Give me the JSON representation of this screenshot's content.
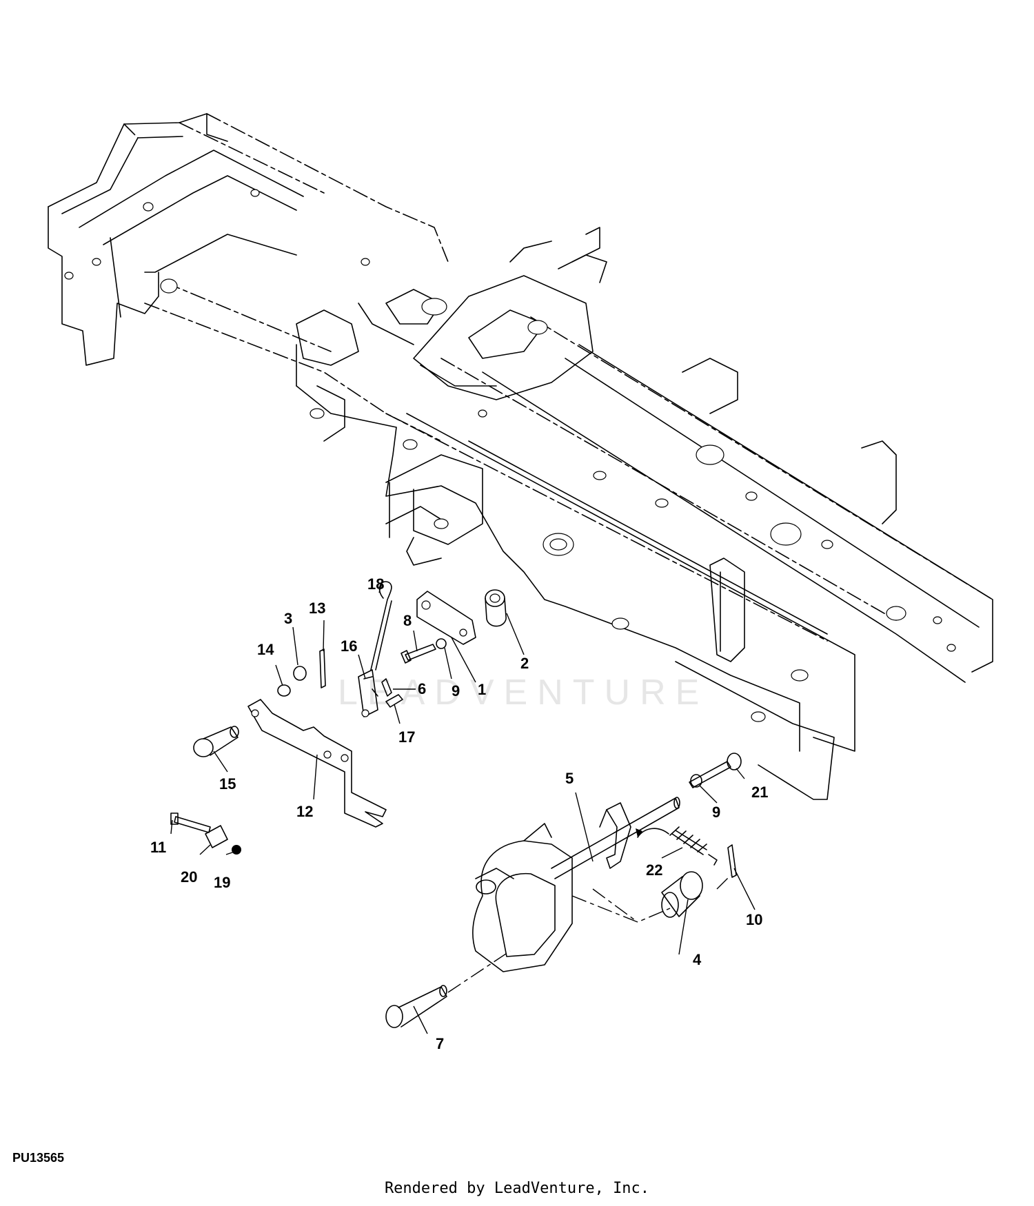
{
  "figure_id": "PU13565",
  "credit": "Rendered by LeadVenture, Inc.",
  "watermark": "LEADVENTURE",
  "callouts": [
    "1",
    "2",
    "3",
    "4",
    "5",
    "6",
    "7",
    "8",
    "9",
    "9",
    "10",
    "11",
    "12",
    "13",
    "14",
    "15",
    "16",
    "17",
    "18",
    "19",
    "20",
    "21",
    "22"
  ]
}
